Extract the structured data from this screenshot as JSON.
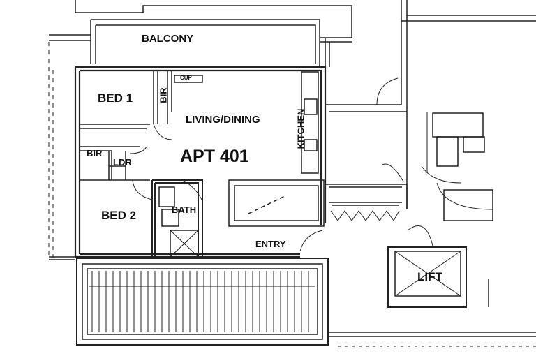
{
  "plan": {
    "apartment": "APT 401",
    "rooms": {
      "balcony": "BALCONY",
      "bed1": "BED 1",
      "bir1": "BIR",
      "living_dining": "LIVING/DINING",
      "kitchen": "KITCHEN",
      "bir2": "BIR",
      "ldr": "LDR",
      "bed2": "BED 2",
      "bath": "BATH",
      "entry": "ENTRY",
      "lift": "LIFT",
      "cupboard": "CUP"
    }
  }
}
